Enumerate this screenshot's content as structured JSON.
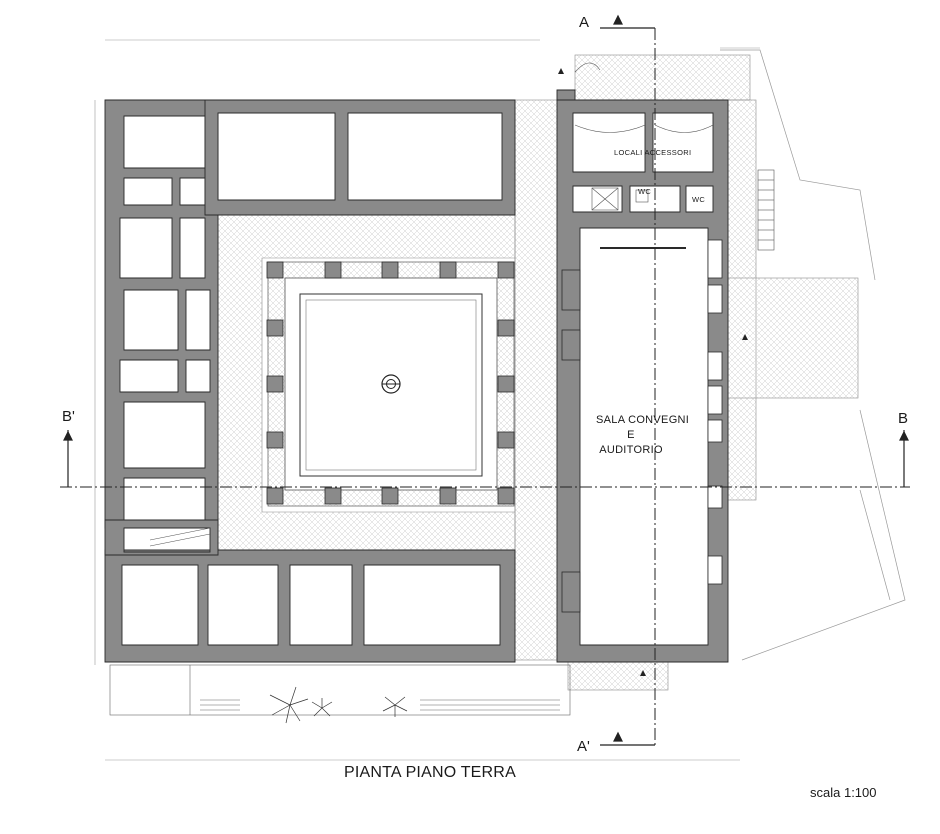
{
  "drawing": {
    "title": "PIANTA PIANO TERRA",
    "scale": "scala 1:100"
  },
  "sections": {
    "a_top": "A",
    "a_bottom": "A'",
    "b_left": "B'",
    "b_right": "B"
  },
  "rooms": {
    "sala_line1": "SALA CONVEGNI",
    "sala_line2": "E",
    "sala_line3": "AUDITORIO",
    "locali": "LOCALI ACCESSORI",
    "wc1": "WC",
    "wc2": "WC"
  },
  "colors": {
    "wall": "#8a8a8a",
    "wall_stroke": "#2a2a2a",
    "line": "#333333",
    "hatch": "#c9c9c9"
  }
}
